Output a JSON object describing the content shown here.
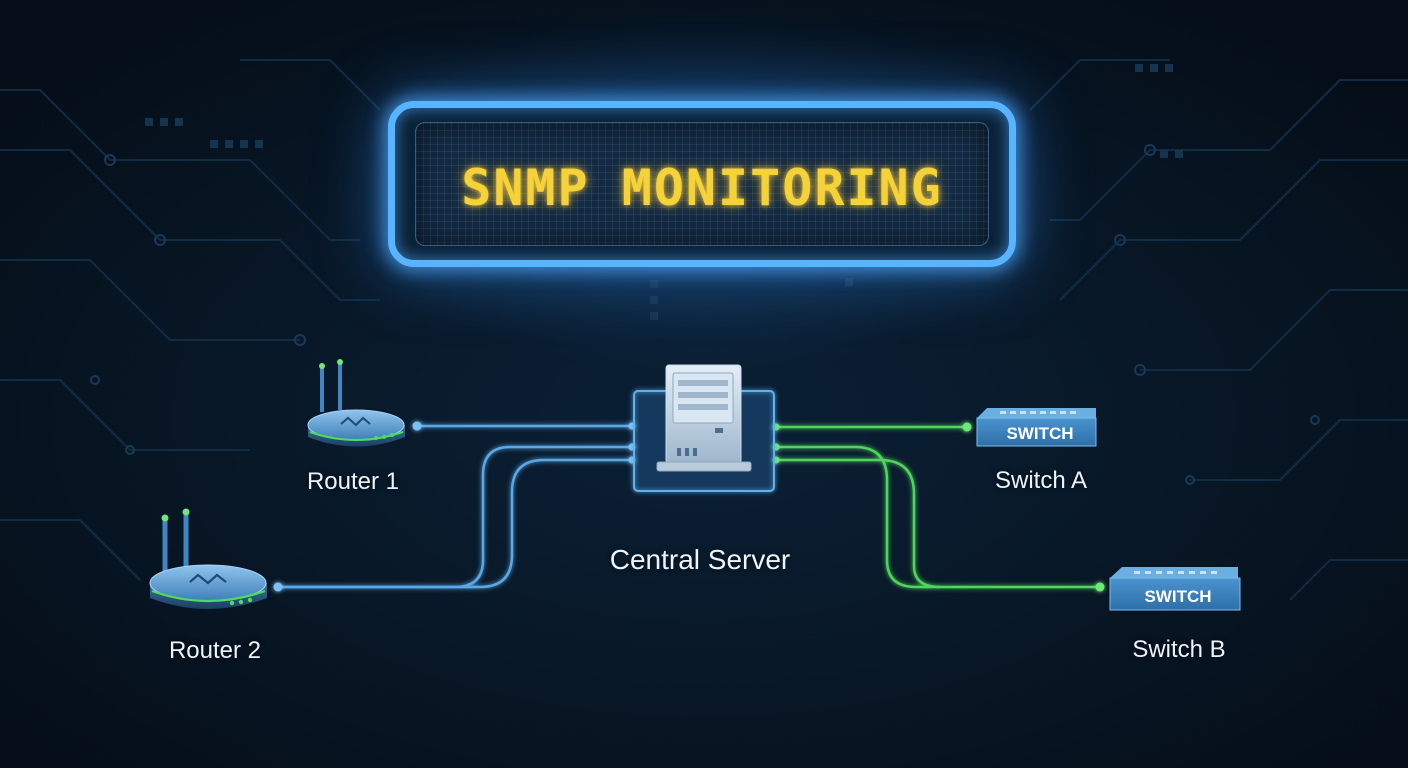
{
  "title": "SNMP MONITORING",
  "devices": {
    "router1": {
      "label": "Router 1",
      "icon": "router-icon"
    },
    "router2": {
      "label": "Router 2",
      "icon": "router-icon"
    },
    "server": {
      "label": "Central Server",
      "icon": "server-icon"
    },
    "switchA": {
      "label": "Switch A",
      "icon": "switch-icon",
      "badge": "SWITCH"
    },
    "switchB": {
      "label": "Switch B",
      "icon": "switch-icon",
      "badge": "SWITCH"
    }
  },
  "colors": {
    "background": "#06121f",
    "title_text": "#f5d13a",
    "sign_border": "#58b4ff",
    "router_links": "#5aa8e8",
    "switch_links": "#4fd65a",
    "device_blue": "#3f86c4",
    "router_led": "#4fdc5c"
  }
}
